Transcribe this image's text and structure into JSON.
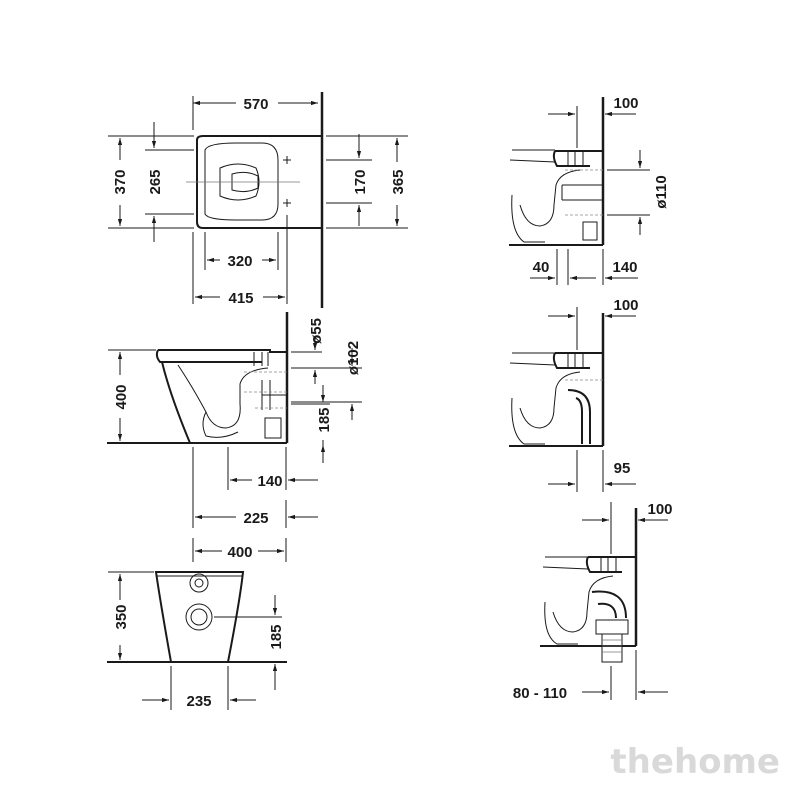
{
  "top_view": {
    "dims": {
      "width_total": "570",
      "height_outer": "370",
      "height_inner": "265",
      "right_inner": "170",
      "right_outer": "365",
      "inner_width": "320",
      "mid_width": "415"
    }
  },
  "side_view": {
    "dims": {
      "outlet_diam": "ø55",
      "pipe_diam": "ø102",
      "height": "400",
      "outlet_height": "185",
      "offset_140": "140",
      "offset_225": "225",
      "depth_400": "400"
    }
  },
  "front_view": {
    "dims": {
      "height": "350",
      "outlet_height": "185",
      "width": "235"
    }
  },
  "variant_1": {
    "dims": {
      "wall": "100",
      "pipe_diam": "ø110",
      "left": "40",
      "right": "140"
    }
  },
  "variant_2": {
    "dims": {
      "wall": "100",
      "offset": "95"
    }
  },
  "variant_3": {
    "dims": {
      "wall": "100",
      "range": "80 - 110"
    }
  },
  "watermark": {
    "text": "thehome"
  },
  "colors": {
    "line": "#1a1a1a",
    "watermark": "#d9d9d9",
    "background": "#ffffff"
  }
}
